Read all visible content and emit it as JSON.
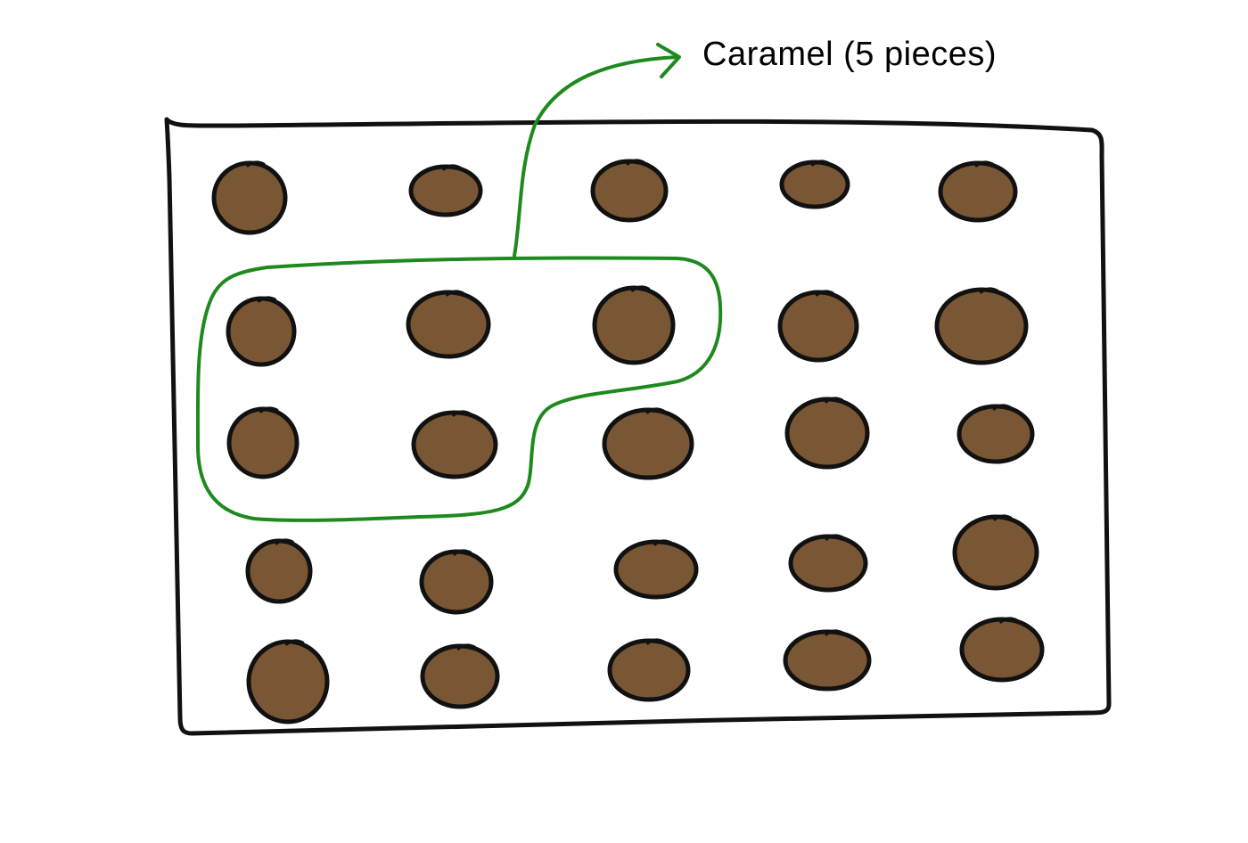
{
  "box": {
    "rows": 5,
    "columns": 5,
    "piece_count": 25
  },
  "highlight": {
    "label": "Caramel (5 pieces)",
    "count": 5,
    "pieces": [
      [
        2,
        1
      ],
      [
        2,
        2
      ],
      [
        2,
        3
      ],
      [
        3,
        1
      ],
      [
        3,
        2
      ]
    ]
  },
  "colors": {
    "piece_fill": "#7a5734",
    "outline": "#111111",
    "highlight": "#1e8a1e",
    "background": "#ffffff"
  }
}
